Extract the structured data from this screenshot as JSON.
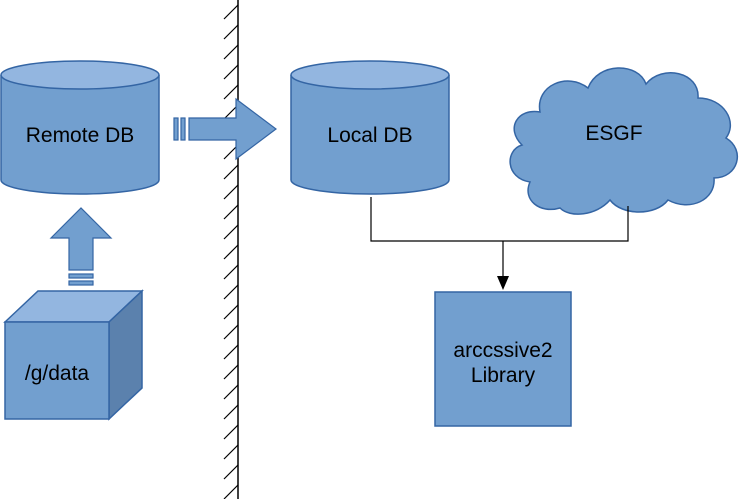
{
  "nodes": {
    "remote_db": {
      "label": "Remote DB"
    },
    "local_db": {
      "label": "Local DB"
    },
    "esgf": {
      "label": "ESGF"
    },
    "gdata": {
      "label": "/g/data"
    },
    "library": {
      "line1": "arccssive2",
      "line2": "Library"
    }
  },
  "colors": {
    "fill": "#729fcf",
    "fill_light": "#93b6e0",
    "fill_dark": "#5b81ad",
    "stroke": "#3465a4",
    "line": "#000000"
  }
}
